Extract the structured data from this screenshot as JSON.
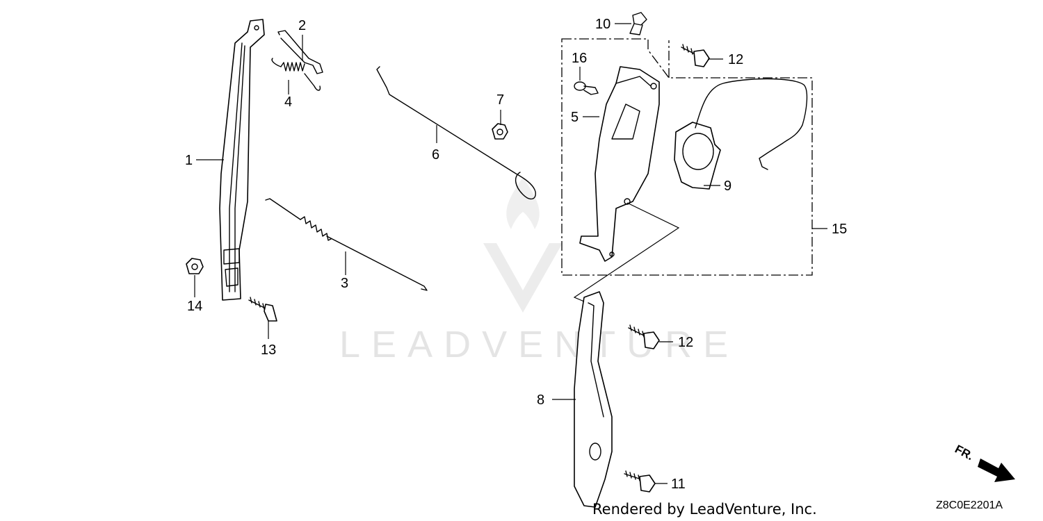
{
  "watermark": {
    "text": "LEADVENTURE"
  },
  "callouts": [
    {
      "id": "c1",
      "label": "1"
    },
    {
      "id": "c2",
      "label": "2"
    },
    {
      "id": "c3",
      "label": "3"
    },
    {
      "id": "c4",
      "label": "4"
    },
    {
      "id": "c5",
      "label": "5"
    },
    {
      "id": "c6",
      "label": "6"
    },
    {
      "id": "c7",
      "label": "7"
    },
    {
      "id": "c8",
      "label": "8"
    },
    {
      "id": "c9",
      "label": "9"
    },
    {
      "id": "c10",
      "label": "10"
    },
    {
      "id": "c11",
      "label": "11"
    },
    {
      "id": "c12a",
      "label": "12"
    },
    {
      "id": "c12b",
      "label": "12"
    },
    {
      "id": "c13",
      "label": "13"
    },
    {
      "id": "c14",
      "label": "14"
    },
    {
      "id": "c15",
      "label": "15"
    },
    {
      "id": "c16",
      "label": "16"
    }
  ],
  "footer": {
    "rendered_by": "Rendered by LeadVenture, Inc."
  },
  "diagram_code": "Z8C0E2201A",
  "direction_indicator": {
    "label": "FR."
  }
}
